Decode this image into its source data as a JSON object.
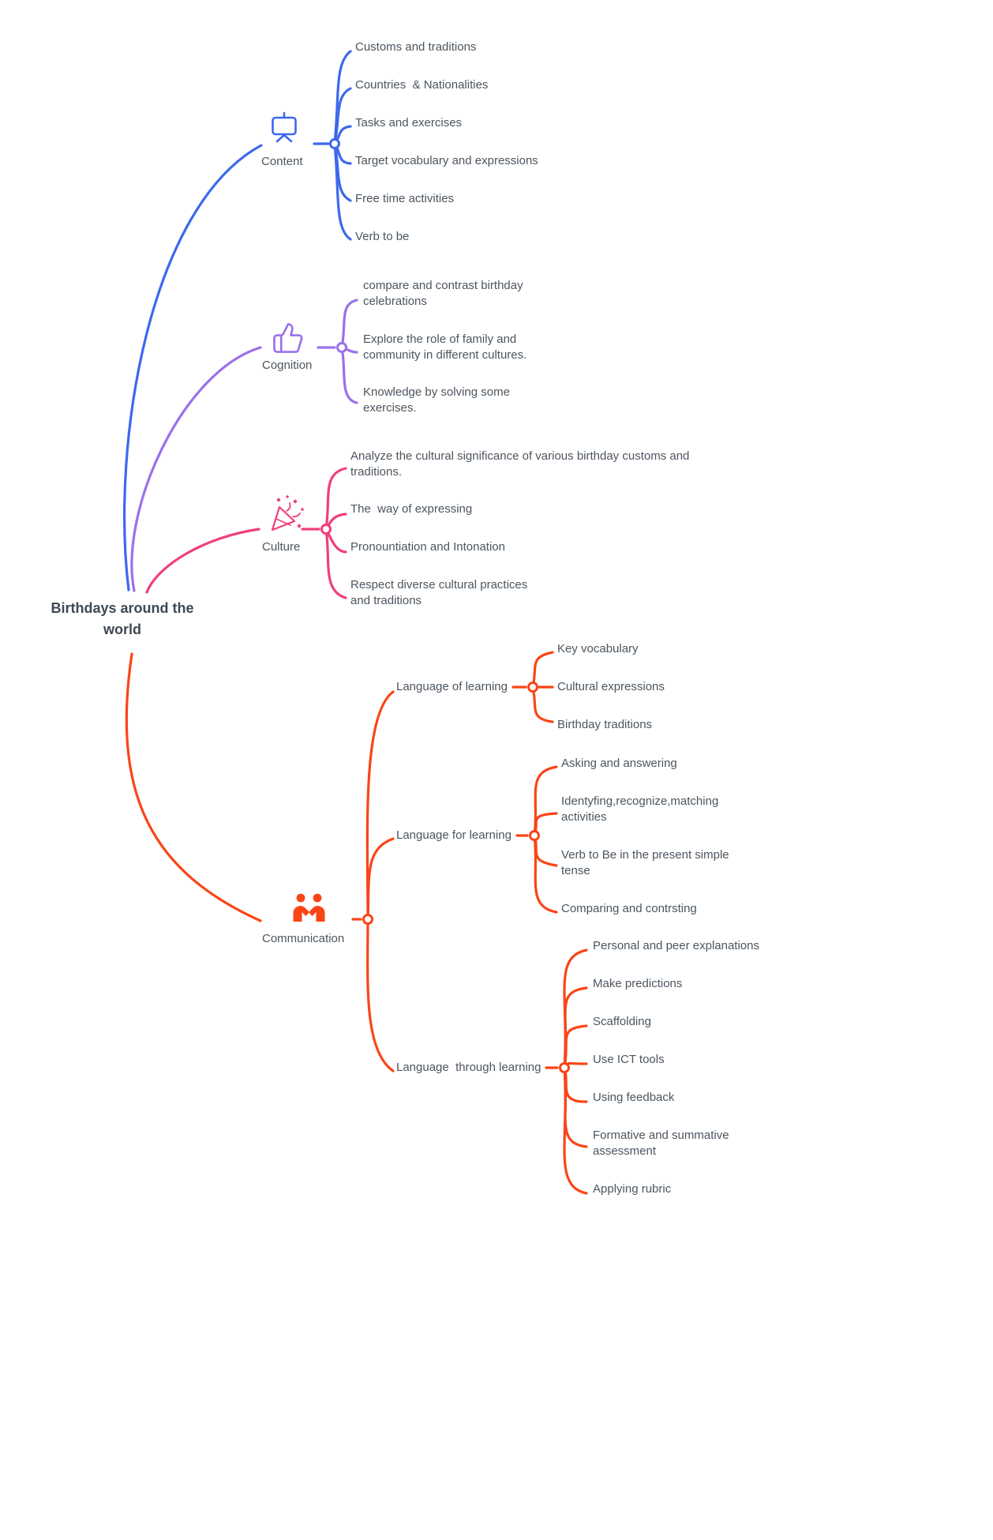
{
  "root": {
    "title": "Birthdays around the world"
  },
  "colors": {
    "content": "#3d68ee",
    "cognition": "#9b70ea",
    "culture": "#ef3f7e",
    "communication": "#fa4517",
    "text": "#4b555f",
    "background": "#ffffff"
  },
  "branches": [
    {
      "label": "Content",
      "icon": "presentation-icon",
      "color": "#3d68ee",
      "children": [
        "Customs and traditions",
        "Countries  & Nationalities",
        "Tasks and exercises",
        "Target vocabulary and expressions",
        "Free time activities",
        "Verb to be"
      ]
    },
    {
      "label": "Cognition",
      "icon": "thumbs-up-icon",
      "color": "#9b70ea",
      "children": [
        "compare and contrast birthday celebrations",
        "Explore the role of family and community in different cultures.",
        "Knowledge by solving some exercises."
      ]
    },
    {
      "label": "Culture",
      "icon": "party-popper-icon",
      "color": "#ef3f7e",
      "children": [
        "Analyze the cultural significance of various birthday customs and traditions.",
        "The  way of expressing",
        "Pronountiation and Intonation",
        "Respect diverse cultural practices and traditions"
      ]
    },
    {
      "label": "Communication",
      "icon": "handshake-people-icon",
      "color": "#fa4517",
      "children": [
        {
          "label": "Language of learning",
          "children": [
            "Key vocabulary",
            "Cultural expressions",
            "Birthday traditions"
          ]
        },
        {
          "label": "Language for learning",
          "children": [
            "Asking and answering",
            "Identyfing,recognize,matching activities",
            "Verb to Be in the present simple tense",
            "Comparing and contrsting"
          ]
        },
        {
          "label": "Language  through learning",
          "children": [
            "Personal and peer explanations",
            "Make predictions",
            "Scaffolding",
            "Use ICT tools",
            "Using feedback",
            "Formative and summative assessment",
            "Applying rubric"
          ]
        }
      ]
    }
  ]
}
